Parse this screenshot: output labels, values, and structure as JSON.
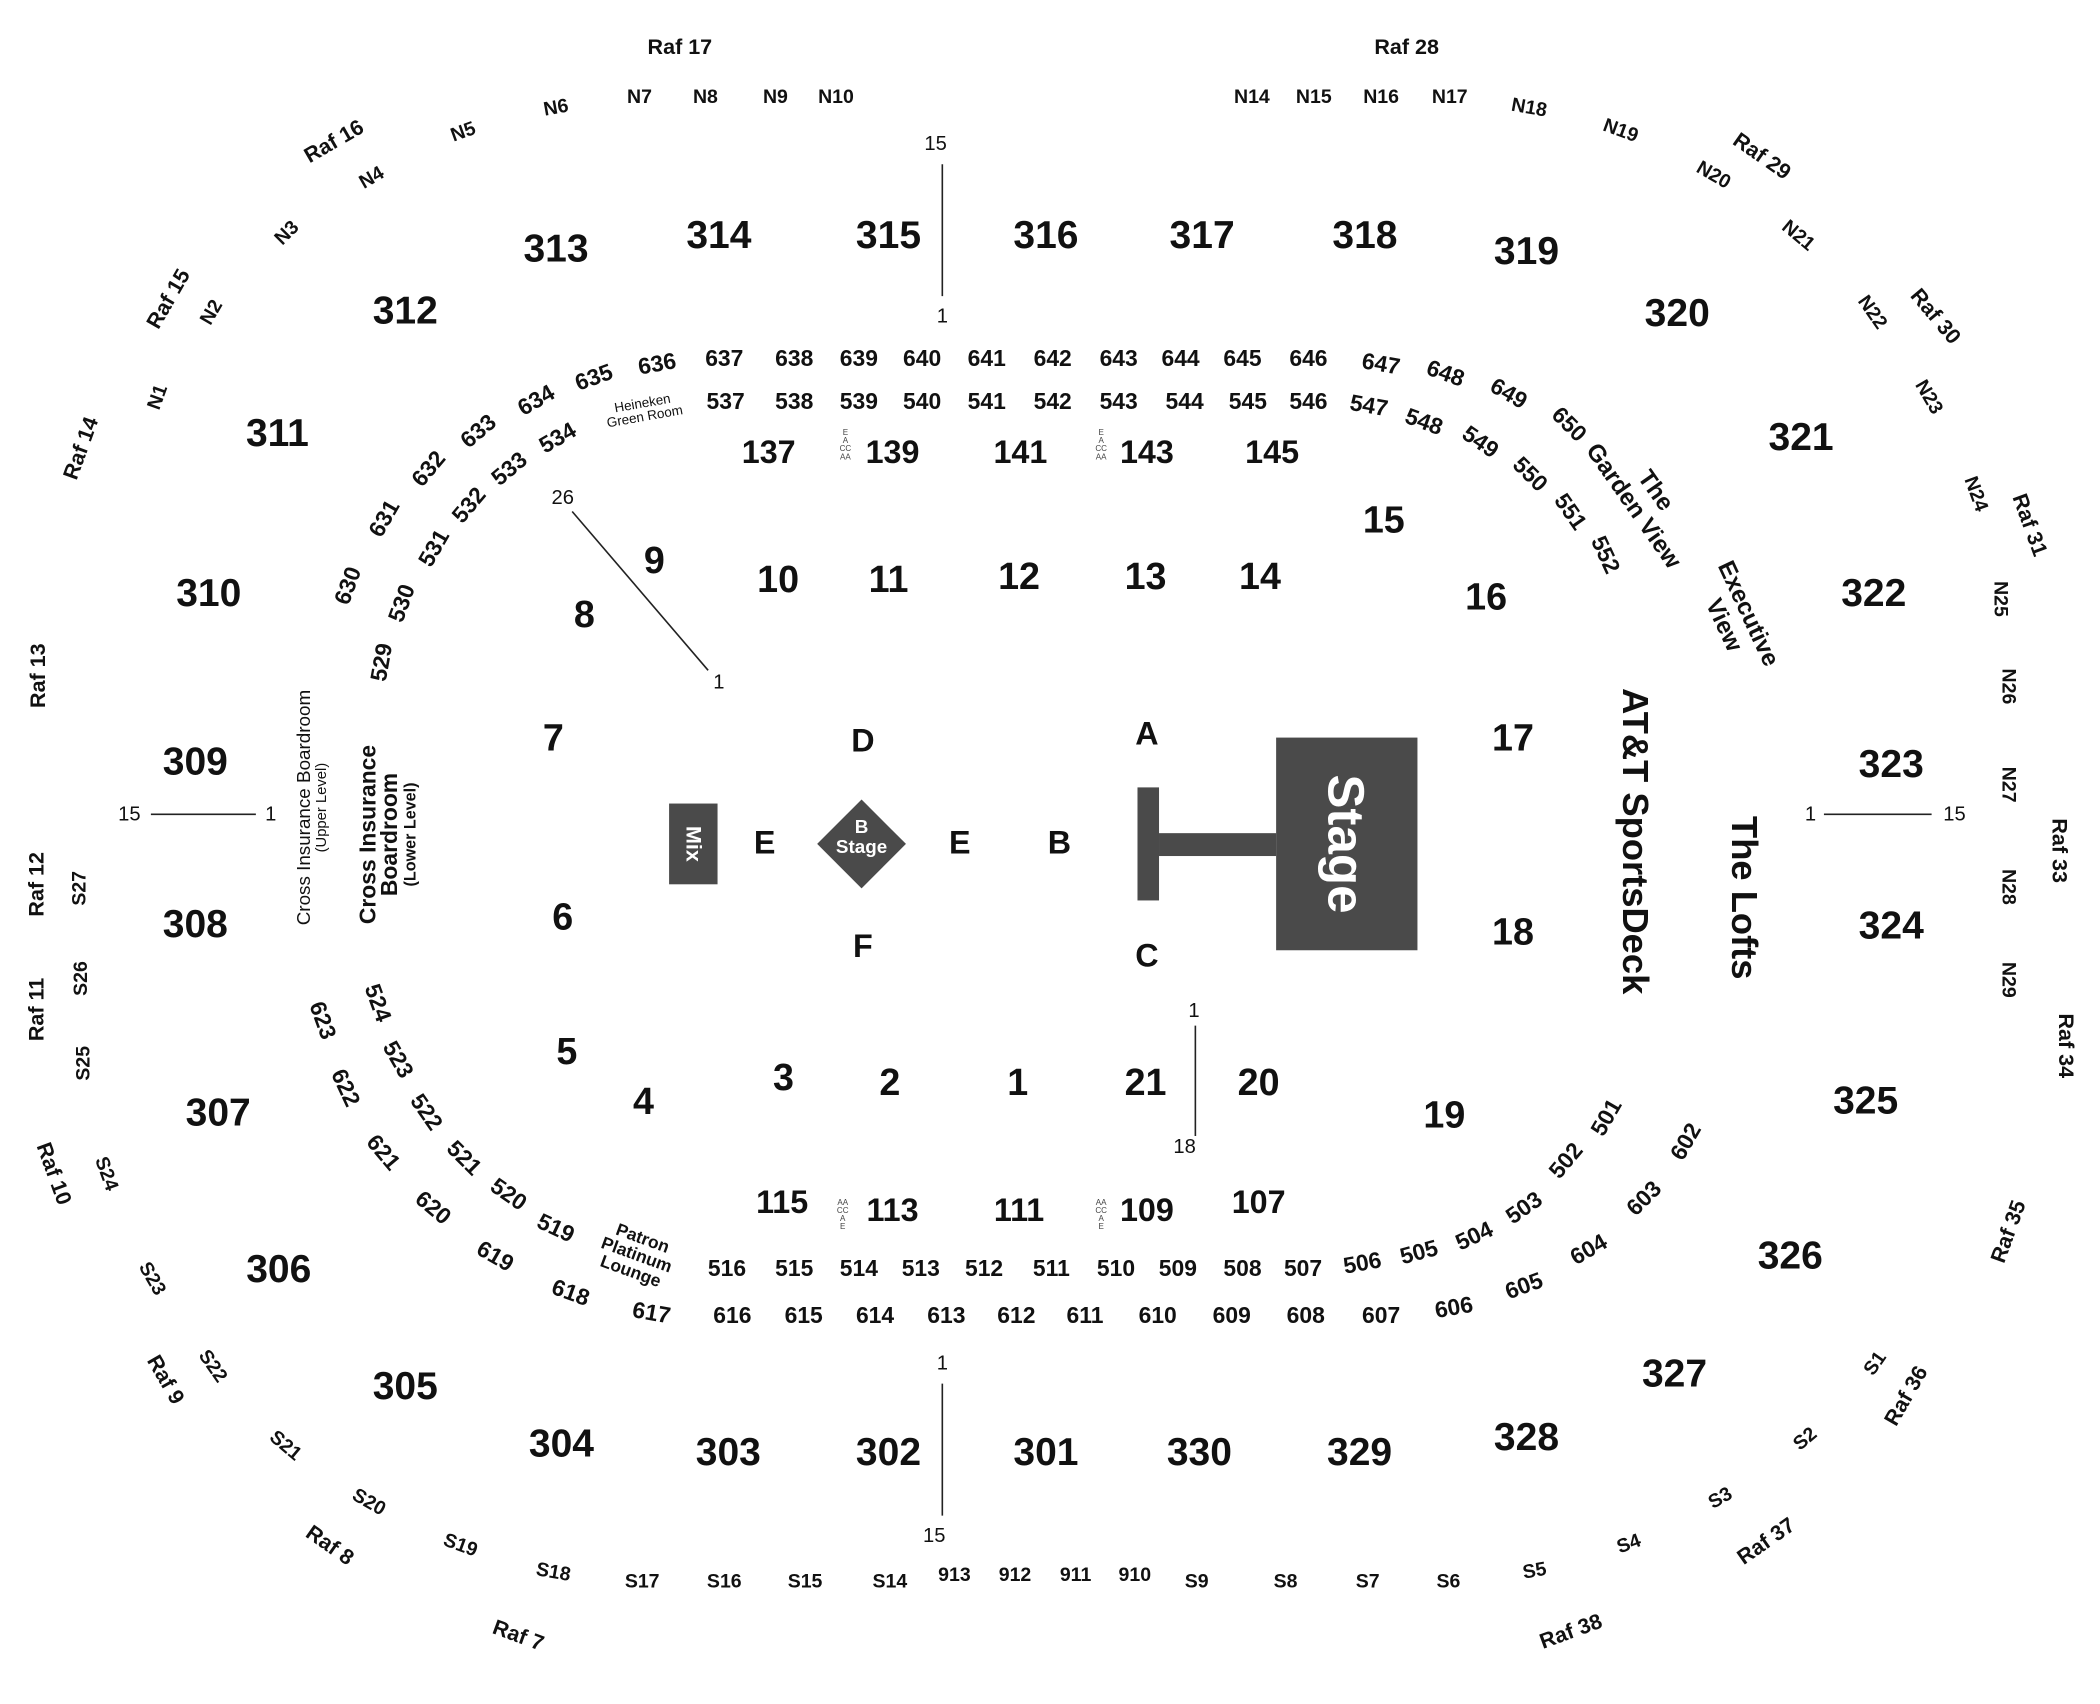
{
  "colors": {
    "stage": "#4a4a4a",
    "text": "#111111",
    "background": "#ffffff"
  },
  "raf_labels": [
    "Raf 17",
    "Raf 28",
    "Raf 16",
    "Raf 15",
    "Raf 14",
    "Raf 13",
    "Raf 12",
    "Raf 11",
    "Raf 10",
    "Raf 9",
    "Raf 8",
    "Raf 7",
    "Raf 38",
    "Raf 37",
    "Raf 36",
    "Raf 35",
    "Raf 34",
    "Raf 33",
    "Raf 31",
    "Raf 30",
    "Raf 29"
  ],
  "north_rows": [
    "N7",
    "N8",
    "N9",
    "N10",
    "N6",
    "N5",
    "N4",
    "N3",
    "N2",
    "N1",
    "N14",
    "N15",
    "N16",
    "N17",
    "N18",
    "N19",
    "N20",
    "N21",
    "N22",
    "N23",
    "N24",
    "N25",
    "N26",
    "N27",
    "N28",
    "N29"
  ],
  "south_rows": [
    "S27",
    "S26",
    "S25",
    "S24",
    "S23",
    "S22",
    "S21",
    "S20",
    "S19",
    "S18",
    "S17",
    "S16",
    "S15",
    "S14",
    "913",
    "912",
    "911",
    "910",
    "S9",
    "S8",
    "S7",
    "S6",
    "S5",
    "S4",
    "S3",
    "S2",
    "S1"
  ],
  "sections_300": [
    "313",
    "314",
    "315",
    "316",
    "317",
    "318",
    "319",
    "320",
    "312",
    "311",
    "310",
    "309",
    "308",
    "307",
    "306",
    "305",
    "304",
    "303",
    "302",
    "301",
    "330",
    "329",
    "328",
    "327",
    "326",
    "325",
    "324",
    "323",
    "322",
    "321"
  ],
  "sections_600_top": [
    "630",
    "631",
    "632",
    "633",
    "634",
    "635",
    "636",
    "637",
    "638",
    "639",
    "640",
    "641",
    "642",
    "643",
    "644",
    "645",
    "646",
    "647",
    "648",
    "649",
    "650"
  ],
  "sections_500_top": [
    "529",
    "530",
    "531",
    "532",
    "533",
    "534",
    "537",
    "538",
    "539",
    "540",
    "541",
    "542",
    "543",
    "544",
    "545",
    "546",
    "547",
    "548",
    "549",
    "550",
    "551",
    "552"
  ],
  "sections_100": [
    "137",
    "139",
    "141",
    "143",
    "145",
    "115",
    "113",
    "111",
    "109",
    "107"
  ],
  "floor_sections": [
    "9",
    "10",
    "11",
    "12",
    "13",
    "14",
    "15",
    "16",
    "8",
    "7",
    "6",
    "5",
    "4",
    "3",
    "2",
    "1",
    "21",
    "20",
    "19",
    "17",
    "18"
  ],
  "floor_letters": [
    "D",
    "A",
    "E",
    "E",
    "B",
    "F",
    "C"
  ],
  "sections_500_bottom": [
    "524",
    "523",
    "522",
    "521",
    "520",
    "519",
    "516",
    "515",
    "514",
    "513",
    "512",
    "511",
    "510",
    "509",
    "508",
    "507",
    "506",
    "505",
    "504",
    "503",
    "502",
    "501"
  ],
  "sections_600_bottom": [
    "623",
    "622",
    "621",
    "620",
    "619",
    "618",
    "617",
    "616",
    "615",
    "614",
    "613",
    "612",
    "611",
    "610",
    "609",
    "608",
    "607",
    "606",
    "605",
    "604",
    "603",
    "602"
  ],
  "ada_marks": [
    "E A CC AA",
    "E A CC AA",
    "AA CC A E",
    "AA CC A E"
  ],
  "venues": {
    "heineken": [
      "Heineken",
      "Green Room"
    ],
    "patron": [
      "Patron",
      "Platinum",
      "Lounge"
    ],
    "garden_view": [
      "The",
      "Garden View"
    ],
    "executive_view": [
      "Executive",
      "View"
    ],
    "att": "AT&T SportsDeck",
    "lofts": "The Lofts",
    "boardroom_upper": [
      "Cross Insurance Boardroom",
      "(Upper Level)"
    ],
    "boardroom_lower": [
      "Cross Insurance",
      "Boardroom",
      "(Lower Level)"
    ]
  },
  "stage": {
    "main": "Stage",
    "b_stage": [
      "B",
      "Stage"
    ],
    "mix": "Mix"
  },
  "row_markers": [
    "15",
    "1",
    "1",
    "15",
    "15",
    "1",
    "1",
    "15",
    "26",
    "1",
    "1",
    "18"
  ]
}
